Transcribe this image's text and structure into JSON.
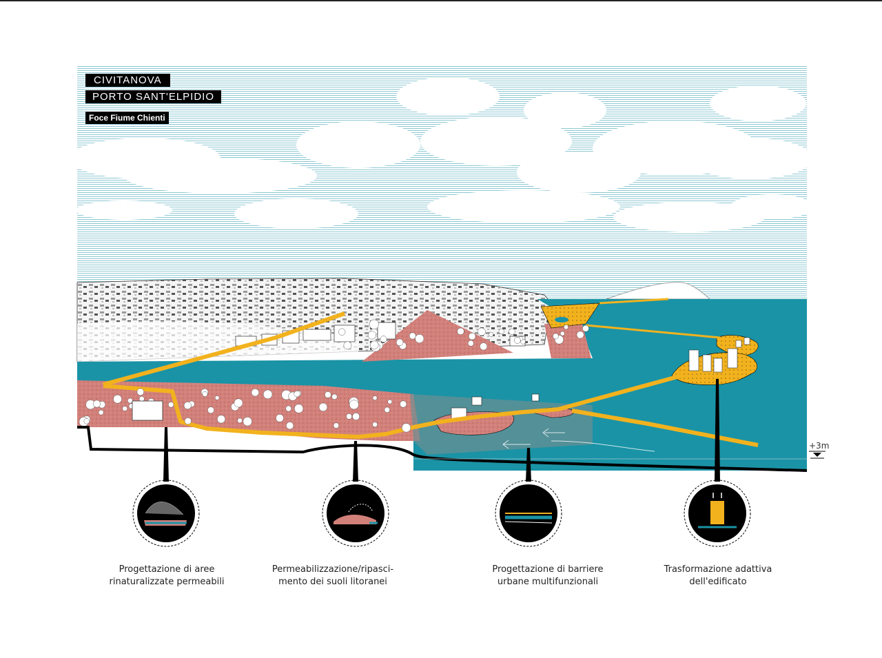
{
  "header": {
    "title_line1": "CIVITANOVA",
    "title_line2": "PORTO SANT'ELPIDIO",
    "subtitle": "Foce Fiume Chienti"
  },
  "level_marker": "+3m",
  "strategies": [
    {
      "line1": "Progettazione di aree",
      "line2": "rinaturalizzate permeabili",
      "icon": "trees-icon"
    },
    {
      "line1": "Permeabilizzazione/ripasci-",
      "line2": "mento dei suoli litoranei",
      "icon": "soil-icon"
    },
    {
      "line1": "Progettazione di barriere",
      "line2": "urbane multifunzionali",
      "icon": "barrier-icon"
    },
    {
      "line1": "Trasformazione adattiva",
      "line2": "dell'edificato",
      "icon": "building-icon"
    }
  ],
  "colors": {
    "sea": "#1a93a6",
    "pink": "#d2807a",
    "yellow": "#f2b21e",
    "sky_lines": "#8cc7d2",
    "black": "#000000"
  }
}
